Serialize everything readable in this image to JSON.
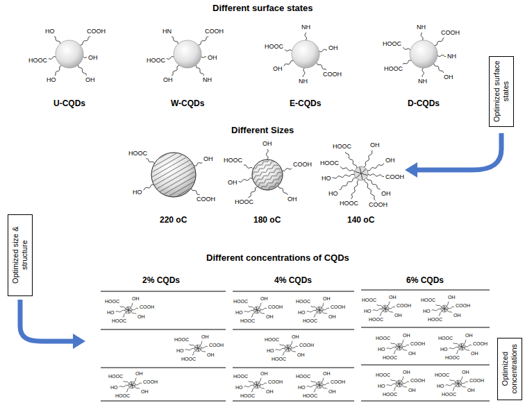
{
  "diagram": {
    "title": "Different surface states",
    "nodes": [
      {
        "text": [
          "Optimized surface states"
        ]
      },
      {
        "text": [
          "Optimized size & structure"
        ]
      },
      {
        "text": [
          "Optimized concentrations"
        ]
      }
    ],
    "labels": [
      "U-CQDs",
      "W-CQDs",
      "E-CQDs",
      "D-CQDs",
      "Different Sizes",
      "220 oC",
      "180 oC",
      "140 oC",
      "Different concentrations of CQDs",
      "2% CQDs",
      "4% CQDs",
      "6% CQDs",
      "HO",
      "COOH",
      "HOOC",
      "OH",
      "HO",
      "OH",
      "HN",
      "COOH",
      "HOOC",
      "OH",
      "OH",
      "NH",
      "NH",
      "HOOC",
      "OH",
      "OH",
      "NH",
      "COOH",
      "NH",
      "COOH",
      "HOOC",
      "NH",
      "HOOC",
      "NH",
      "OH",
      "HOOC",
      "OH",
      "HO",
      "COOH",
      "OH",
      "HOOC",
      "COOH",
      "OH",
      "HOOC",
      "OH",
      "HOOC",
      "OH",
      "HOOC",
      "OH",
      "HO",
      "COOH",
      "HO",
      "OH",
      "HOOC",
      "COOH",
      "HOOC",
      "OH",
      "COOH",
      "HO",
      "OH",
      "HOOC",
      "HOOC",
      "OH",
      "COOH",
      "HO",
      "OH",
      "HOOC",
      "HOOC",
      "OH",
      "COOH",
      "HO",
      "OH",
      "HOOC",
      "HOOC",
      "OH",
      "COOH",
      "HO",
      "OH",
      "HOOC",
      "HOOC",
      "OH",
      "COOH",
      "HO",
      "OH",
      "HOOC",
      "HOOC",
      "OH",
      "COOH",
      "HO",
      "OH",
      "HOOC",
      "HOOC",
      "OH",
      "COOH",
      "HO",
      "OH",
      "HOOC",
      "HOOC",
      "OH",
      "COOH",
      "HO",
      "OH",
      "HOOC",
      "HOOC",
      "OH",
      "COOH",
      "HO",
      "OH",
      "HOOC",
      "HOOC",
      "OH",
      "COOH",
      "HO",
      "OH",
      "HOOC",
      "HOOC",
      "OH",
      "COOH",
      "HO",
      "OH",
      "HOOC",
      "HOOC",
      "OH",
      "COOH",
      "HO",
      "OH",
      "HOOC",
      "HOOC",
      "OH",
      "COOH",
      "HO",
      "OH",
      "HOOC",
      "HOOC",
      "OH",
      "COOH",
      "HO",
      "OH",
      "HOOC"
    ]
  }
}
